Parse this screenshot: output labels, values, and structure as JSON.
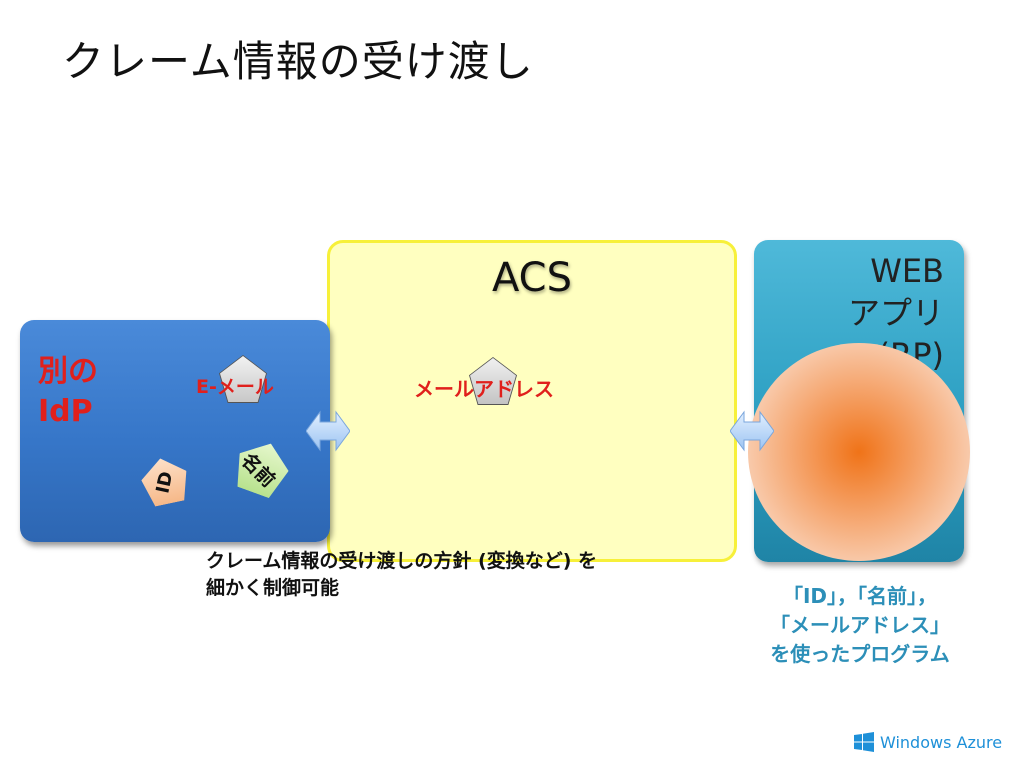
{
  "slide": {
    "title": "クレーム情報の受け渡し"
  },
  "idp": {
    "label_line1": "別の",
    "label_line2": "IdP",
    "claims": {
      "email": "E-メール",
      "id": "ID",
      "name": "名前"
    }
  },
  "acs": {
    "title": "ACS",
    "claim": "メールアドレス"
  },
  "webapp": {
    "title_line1": "WEB",
    "title_line2": "アプリ",
    "title_line3": "(RP)"
  },
  "notes": {
    "policy_line1": "クレーム情報の受け渡しの方針 (変換など) を",
    "policy_line2": "細かく制御可能",
    "program_line1": "「ID」，「名前」，",
    "program_line2": "「メールアドレス」",
    "program_line3": "を使ったプログラム"
  },
  "brand": {
    "text": "Windows Azure",
    "icon": "windows-logo-icon",
    "color": "#1e90d8"
  },
  "colors": {
    "acs_fill": "#ffffc0",
    "idp_fill": "#3676c8",
    "web_fill": "#2c9fc2",
    "claim_red": "#e0201c"
  }
}
